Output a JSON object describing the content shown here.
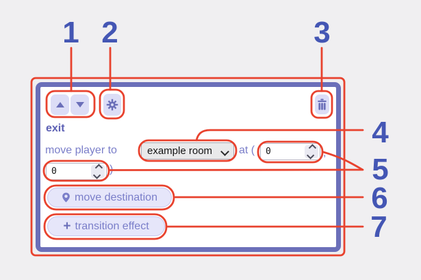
{
  "annotations": {
    "numbers": [
      "1",
      "2",
      "3",
      "4",
      "5",
      "6",
      "7"
    ],
    "color": "#e8422e",
    "number_color": "#4456b4"
  },
  "panel": {
    "title": "exit",
    "toolbar": {
      "move_up_icon": "triangle-up",
      "move_down_icon": "triangle-down",
      "settings_icon": "gear",
      "delete_icon": "trash"
    },
    "move_row": {
      "prefix": "move player to",
      "at_text": "at (",
      "comma": ",",
      "close_paren": ")",
      "room_select": {
        "value": "example room"
      },
      "x_value": "0",
      "y_value": "0"
    },
    "buttons": {
      "plus_icon": "+",
      "move_destination_label": "move destination",
      "move_destination_icon": "map-pin",
      "transition_effect_label": "transition effect"
    },
    "colors": {
      "border_blue": "#6b6fb9",
      "button_lavender": "#dcddf6",
      "pill_lavender": "#e6e6fa",
      "text_purple": "#7a7ec9"
    }
  }
}
